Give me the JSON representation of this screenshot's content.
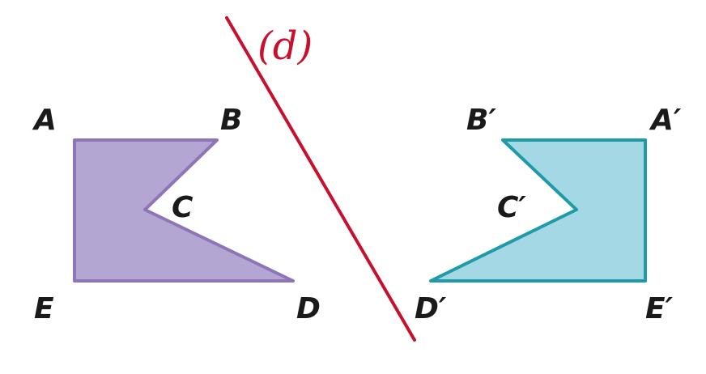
{
  "colors": {
    "original_fill": "#b3a6d3",
    "original_stroke": "#8e75b8",
    "image_fill": "#a3d8e4",
    "image_stroke": "#1f9aa8",
    "axis_line": "#c8102e",
    "label_text": "#1a1a1a"
  },
  "line_label": "(d)",
  "original_labels": {
    "A": "A",
    "B": "B",
    "C": "C",
    "D": "D",
    "E": "E"
  },
  "image_labels": {
    "A": "A′",
    "B": "B′",
    "C": "C′",
    "D": "D′",
    "E": "E′"
  }
}
